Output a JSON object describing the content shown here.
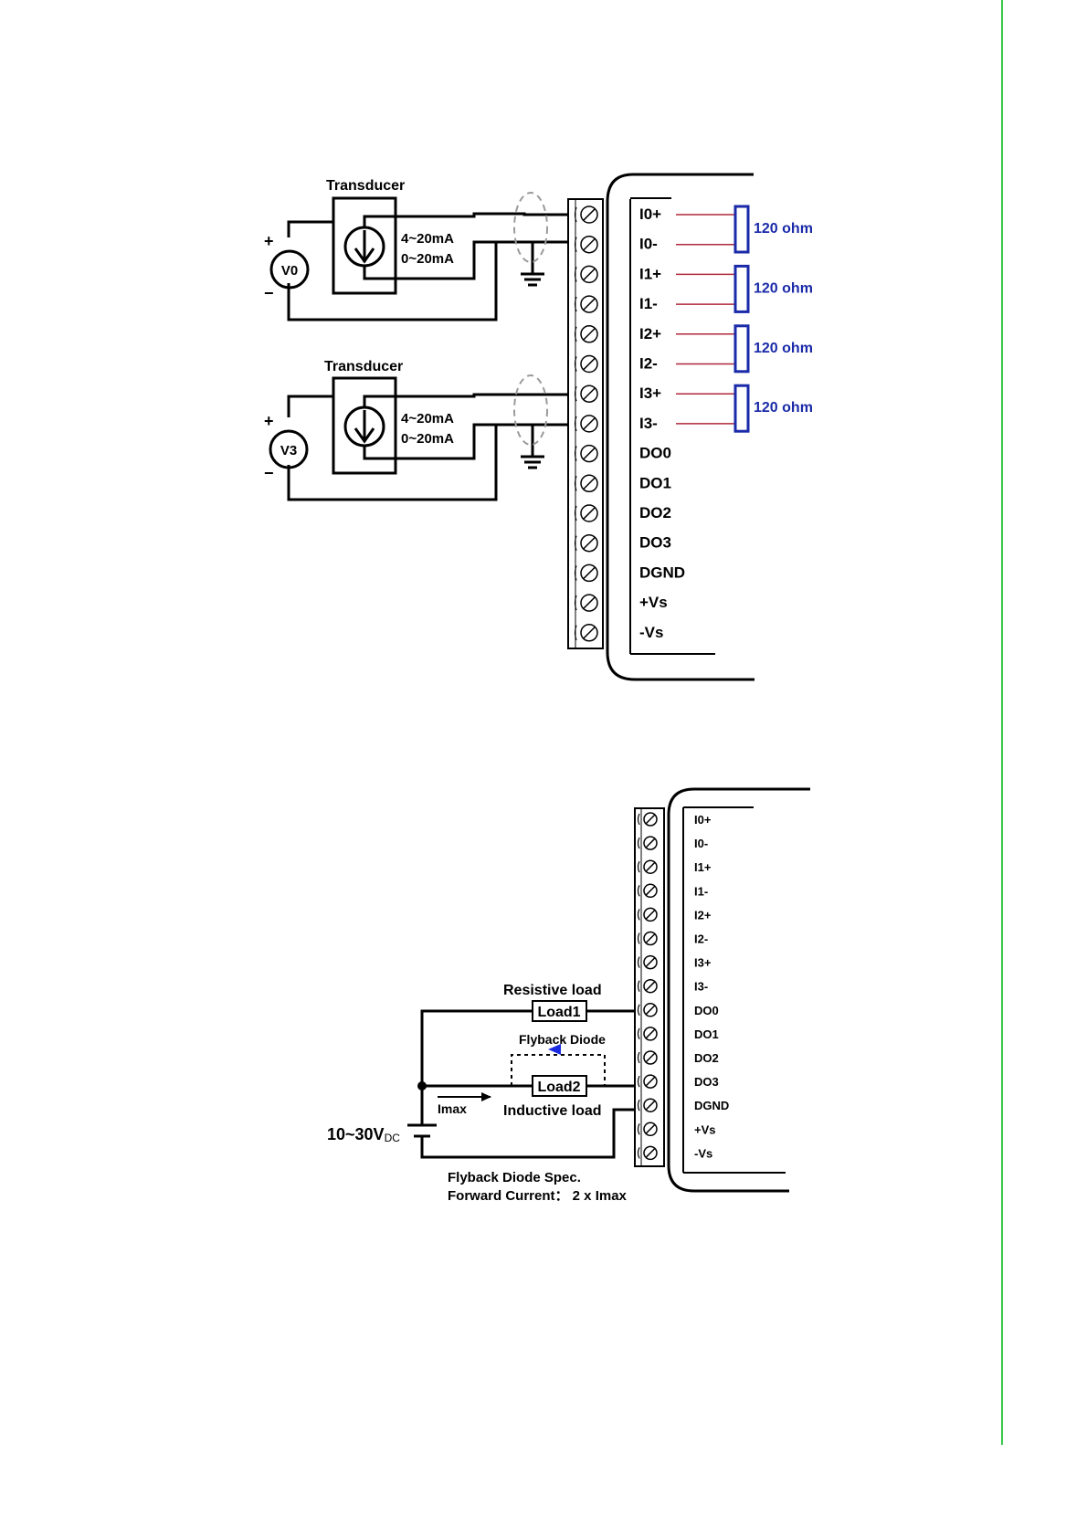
{
  "diagram1": {
    "transducer_labels": [
      "Transducer",
      "Transducer"
    ],
    "range_labels": [
      "4~20mA",
      "0~20mA",
      "4~20mA",
      "0~20mA"
    ],
    "sources": [
      "V0",
      "V3"
    ],
    "plus": "+",
    "minus": "−",
    "terminals": [
      "I0+",
      "I0-",
      "I1+",
      "I1-",
      "I2+",
      "I2-",
      "I3+",
      "I3-",
      "DO0",
      "DO1",
      "DO2",
      "DO3",
      "DGND",
      "+Vs",
      "-Vs"
    ],
    "resistors": [
      "120 ohm",
      "120 ohm",
      "120 ohm",
      "120 ohm"
    ],
    "resistor_color": "#1a2aa8",
    "lead_color": "#b0283a"
  },
  "diagram2": {
    "terminals": [
      "I0+",
      "I0-",
      "I1+",
      "I1-",
      "I2+",
      "I2-",
      "I3+",
      "I3-",
      "DO0",
      "DO1",
      "DO2",
      "DO3",
      "DGND",
      "+Vs",
      "-Vs"
    ],
    "resistive_load_label": "Resistive load",
    "load1": "Load1",
    "load2": "Load2",
    "flyback_diode_label": "Flyback Diode",
    "inductive_load_label": "Inductive load",
    "imax_label": "Imax",
    "supply_main": "10~30V",
    "supply_sub": "DC",
    "spec_line1": "Flyback Diode Spec.",
    "spec_line2": "Forward Current： 2 x Imax",
    "diode_color": "#1a2ae0"
  },
  "colors": {
    "accent_rule": "#3cc84a"
  }
}
